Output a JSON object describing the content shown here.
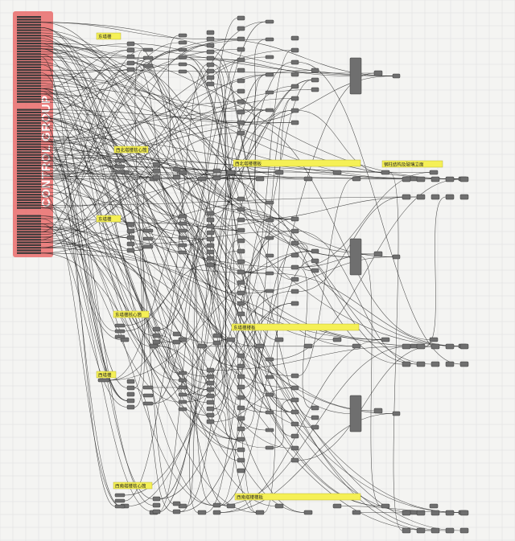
{
  "control_group": {
    "label": "CONTROL GROUP"
  },
  "groups": [
    {
      "id": "g1",
      "label": "东塔楼"
    },
    {
      "id": "g2",
      "label": "西北塔楼核心筒"
    },
    {
      "id": "g3",
      "label": "东塔楼"
    },
    {
      "id": "g4",
      "label": "东塔楼核心筒"
    },
    {
      "id": "g5",
      "label": "西塔楼"
    },
    {
      "id": "g6",
      "label": "西南塔楼核心筒"
    },
    {
      "id": "g7",
      "label": "西北塔楼楼板"
    },
    {
      "id": "g8",
      "label": "钢柱结构及玻璃立面"
    },
    {
      "id": "g9",
      "label": "东塔楼楼板"
    },
    {
      "id": "g10",
      "label": "西南塔楼楼板"
    }
  ],
  "colors": {
    "background": "#f4f4f2",
    "grid": "#dedede",
    "control_group": "#e96b6b",
    "group_label": "#f5f056",
    "component": "#6f6f6f",
    "wire": "#1e1e1e"
  }
}
